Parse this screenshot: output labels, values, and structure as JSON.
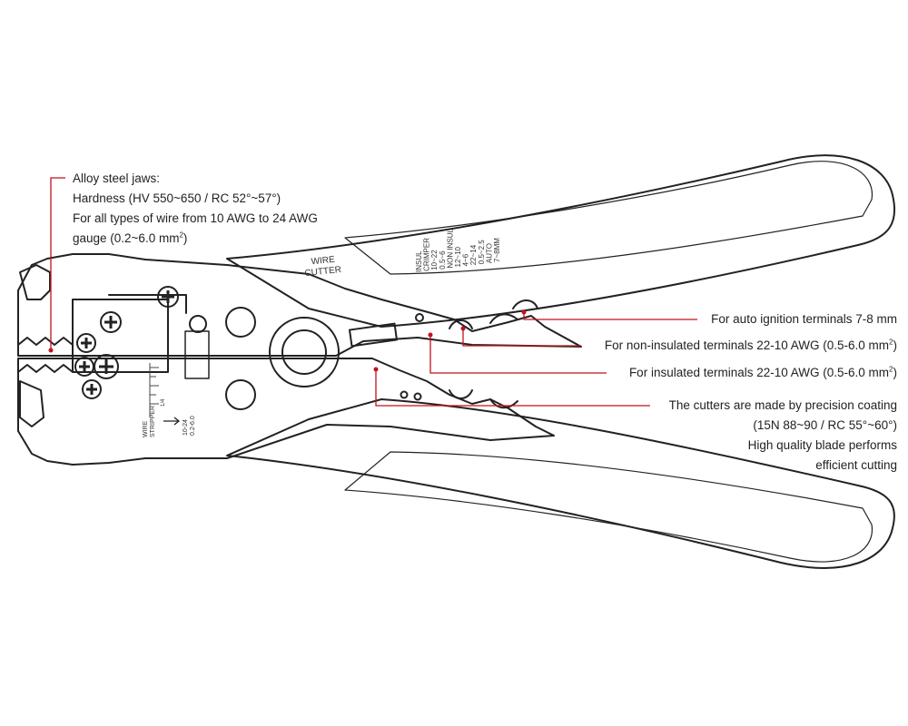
{
  "colors": {
    "outline": "#222222",
    "leader": "#c1121f",
    "text": "#222222"
  },
  "tool_labels": {
    "wire_cutter": [
      "WIRE",
      "CUTTER"
    ],
    "crimper_scale": [
      "INSUL",
      "CRIMPER",
      "10~22",
      "0.5~6",
      "NON INSUL",
      "12~10",
      "4~6",
      "22~14",
      "0.5~2.5",
      "AUTO",
      "7~8MM"
    ],
    "wire_stripper": [
      "WIRE",
      "STRIPPER"
    ],
    "stripper_range": [
      "10-24",
      "0.2-6.0"
    ],
    "scale_mark": "1/4"
  },
  "callouts": {
    "jaws": {
      "line1": "Alloy steel jaws:",
      "line2": "Hardness (HV 550~650 / RC 52°~57°)",
      "line3": "For all types of wire from 10 AWG to 24 AWG",
      "line4_text": "gauge (0.2~6.0 mm",
      "line4_sup": "2",
      "line4_end": ")"
    },
    "auto": {
      "text": "For auto ignition terminals 7-8 mm"
    },
    "non_insulated": {
      "text": "For non-insulated terminals 22-10 AWG (0.5-6.0 mm",
      "sup": "2",
      "end": ")"
    },
    "insulated": {
      "text": "For insulated terminals 22-10 AWG (0.5-6.0 mm",
      "sup": "2",
      "end": ")"
    },
    "cutters": {
      "line1": "The cutters are made by precision coating",
      "line2": "(15N 88~90 / RC 55°~60°)",
      "line3": "High quality blade performs",
      "line4": "efficient cutting"
    }
  }
}
